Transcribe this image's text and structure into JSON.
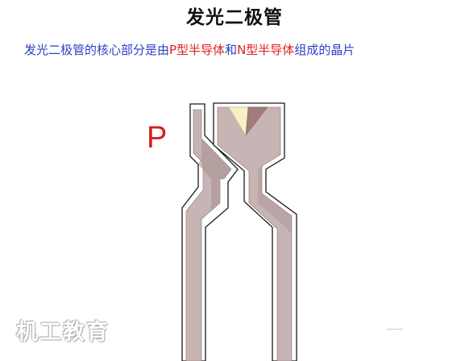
{
  "title": "发光二极管",
  "subtitle": {
    "parts": [
      {
        "text": "发光二极管的核心部分是由",
        "color": "blue"
      },
      {
        "text": "P型半导体",
        "color": "red"
      },
      {
        "text": "和",
        "color": "blue"
      },
      {
        "text": "N型半导体",
        "color": "red"
      },
      {
        "text": "组成的晶片",
        "color": "blue"
      }
    ]
  },
  "diagram": {
    "p_label": "P",
    "colors": {
      "lead": "#c7b4b4",
      "lead_shadow": "#a89292",
      "outline": "#1a1a1a",
      "chip_light": "#f7f2c4",
      "chip_dark": "#a07c7c",
      "label_red": "#d41e1e"
    }
  },
  "watermark": "机工教育"
}
